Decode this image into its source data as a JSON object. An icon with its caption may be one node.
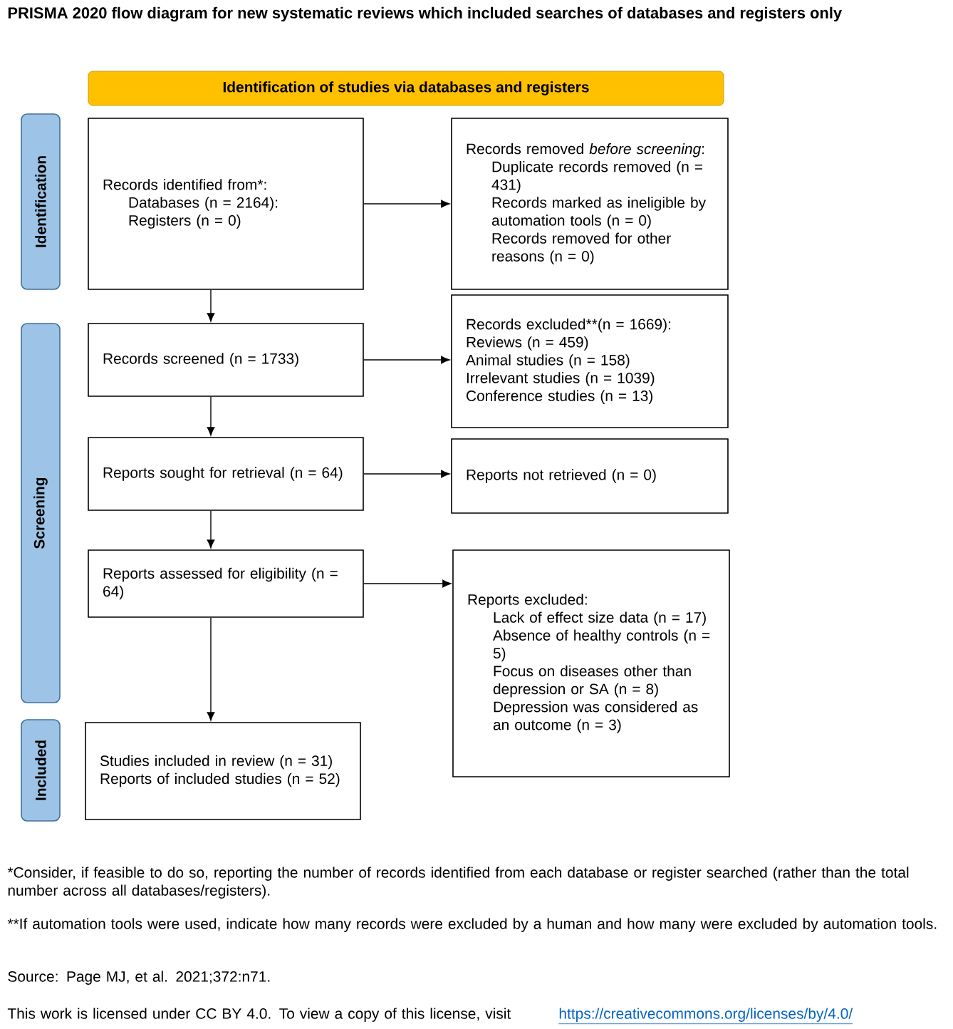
{
  "diagram": {
    "title": "PRISMA 2020 flow diagram for new systematic reviews which included searches of databases and registers only",
    "nodes": [
      {
        "text": [
          "Identification of studies via databases and registers"
        ]
      },
      {
        "text": [
          "Identification"
        ]
      },
      {
        "text": [
          "Screening"
        ]
      },
      {
        "text": [
          "Included"
        ]
      },
      {
        "text": [
          "Records identified from*:",
          "Databases (n = 2164):",
          "Registers (n = 0)"
        ]
      },
      {
        "text": [
          "Records removed *before screening*:",
          "Duplicate records removed (n = 431)",
          "Records marked as ineligible by automation tools (n = 0)",
          "Records removed for other reasons (n = 0)"
        ]
      },
      {
        "text": [
          "Records screened (n = 1733)"
        ]
      },
      {
        "text": [
          "Records excluded**(n = 1669):",
          "Reviews (n = 459)",
          "Animal studies (n = 158)",
          "Irrelevant studies (n = 1039)",
          "Conference studies (n = 13)"
        ]
      },
      {
        "text": [
          "Reports sought for retrieval (n = 64)"
        ]
      },
      {
        "text": [
          "Reports not retrieved (n = 0)"
        ]
      },
      {
        "text": [
          "Reports assessed for eligibility (n = 64)"
        ]
      },
      {
        "text": [
          "Reports excluded:",
          "Lack of effect size data (n = 17)",
          "Absence of healthy controls (n = 5)",
          "Focus on diseases other than depression or SA (n = 8)",
          "Depression was considered as an outcome (n = 3)"
        ]
      },
      {
        "text": [
          "Studies included in review (n = 31)",
          "Reports of included studies (n = 52)"
        ]
      }
    ],
    "edges": [
      {
        "from": 4,
        "to": 5,
        "arrow": "to"
      },
      {
        "from": 4,
        "to": 6,
        "arrow": "to"
      },
      {
        "from": 6,
        "to": 7,
        "arrow": "to"
      },
      {
        "from": 6,
        "to": 8,
        "arrow": "to"
      },
      {
        "from": 8,
        "to": 9,
        "arrow": "to"
      },
      {
        "from": 8,
        "to": 10,
        "arrow": "to"
      },
      {
        "from": 10,
        "to": 11,
        "arrow": "to"
      },
      {
        "from": 10,
        "to": 12,
        "arrow": "to"
      }
    ],
    "labels": [
      "*Consider, if feasible to do so, reporting the number of records identified from each database or register searched (rather than the total number across all databases/registers).",
      "**If automation tools were used, indicate how many records were excluded by a human and how many were excluded by automation tools.",
      "Source: Page MJ, et al. 2021;372:n71.",
      "This work is licensed under CC BY 4.0. To view a copy of this license, visit",
      "https://creativecommons.org/licenses/by/4.0/"
    ]
  }
}
